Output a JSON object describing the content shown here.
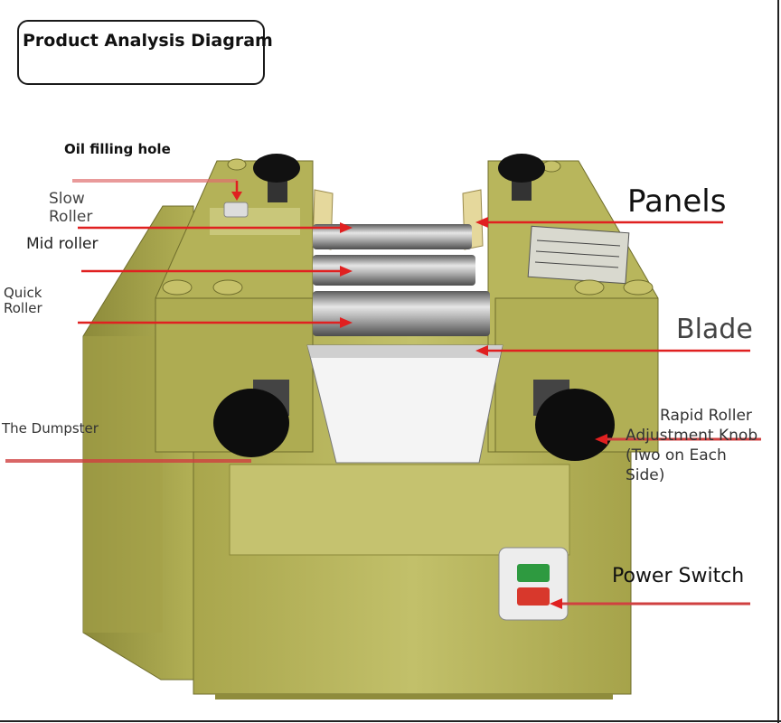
{
  "title": "Product Analysis Diagram",
  "labels": {
    "oil_filling_hole": "Oil filling hole",
    "slow_roller": "Slow\nRoller",
    "slow_roller_1": "Slow",
    "slow_roller_2": "Roller",
    "mid_roller": "Mid roller",
    "quick_roller_1": "Quick",
    "quick_roller_2": "Roller",
    "the_dumpster": "The Dumpster",
    "panels": "Panels",
    "blade": "Blade",
    "knob_1": "Rapid Roller",
    "knob_2": "Adjustment Knob",
    "knob_3": "(Two on Each",
    "knob_4": "Side)",
    "power_switch": "Power Switch"
  },
  "colors": {
    "machine_body": "#b7b55a",
    "machine_dark": "#8f8c3c",
    "roller": "#9a9a9a",
    "knob": "#111111",
    "arrow": "#e02020",
    "switch_green": "#2e9a40",
    "switch_red": "#d8382c"
  }
}
